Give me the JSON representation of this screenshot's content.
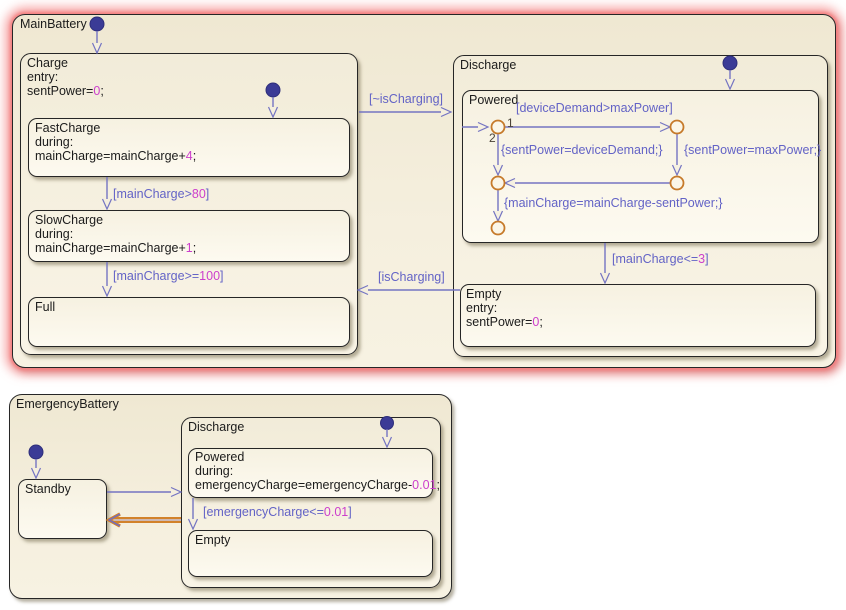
{
  "diagram": {
    "colors": {
      "state_fill": "#F5EFDE",
      "state_border": "#262626",
      "transition_line": "#7474C2",
      "transition_label": "#6363C6",
      "numeric_literal": "#CC3FCC",
      "junction": "#C67A2A",
      "initial_dot": "#3B3B96",
      "selection_highlight": "#D2822A",
      "error_glow": "#EE6A6A"
    },
    "main_battery": {
      "name": "MainBattery",
      "charge": {
        "name": "Charge",
        "entry": "entry:",
        "action_pre": "sentPower=",
        "action_num": "0",
        "action_post": ";",
        "fast_charge": {
          "name": "FastCharge",
          "during": "during:",
          "action_pre": "mainCharge=mainCharge+",
          "action_num": "4",
          "action_post": ";"
        },
        "slow_charge": {
          "name": "SlowCharge",
          "during": "during:",
          "action_pre": "mainCharge=mainCharge+",
          "action_num": "1",
          "action_post": ";"
        },
        "full": {
          "name": "Full"
        }
      },
      "discharge": {
        "name": "Discharge",
        "powered": {
          "name": "Powered"
        },
        "empty": {
          "name": "Empty",
          "entry": "entry:",
          "action_pre": "sentPower=",
          "action_num": "0",
          "action_post": ";"
        }
      },
      "transitions": {
        "not_charging": {
          "pre": "[~isCharging]"
        },
        "charging": {
          "pre": "[isCharging]"
        },
        "fast_to_slow": {
          "pre": "[mainCharge>",
          "num": "80",
          "post": "]"
        },
        "slow_to_full": {
          "pre": "[mainCharge>=",
          "num": "100",
          "post": "]"
        },
        "to_empty": {
          "pre": "[mainCharge<=",
          "num": "3",
          "post": "]"
        },
        "device_demand": {
          "pre": "[deviceDemand>maxPower]"
        },
        "order_1": "1",
        "order_2": "2",
        "sent_device": {
          "pre": "{sentPower=deviceDemand;}"
        },
        "sent_max": {
          "pre": "{sentPower=maxPower;}"
        },
        "main_minus": {
          "pre": "{mainCharge=mainCharge-sentPower;}"
        }
      }
    },
    "emergency_battery": {
      "name": "EmergencyBattery",
      "standby": {
        "name": "Standby"
      },
      "discharge": {
        "name": "Discharge",
        "powered": {
          "name": "Powered",
          "during": "during:",
          "action_pre": "emergencyCharge=emergencyCharge-",
          "action_num": "0.01",
          "action_post": ";"
        },
        "empty": {
          "name": "Empty"
        }
      },
      "transitions": {
        "to_empty": {
          "pre": "[emergencyCharge<=",
          "num": "0.01",
          "post": "]"
        }
      }
    }
  }
}
